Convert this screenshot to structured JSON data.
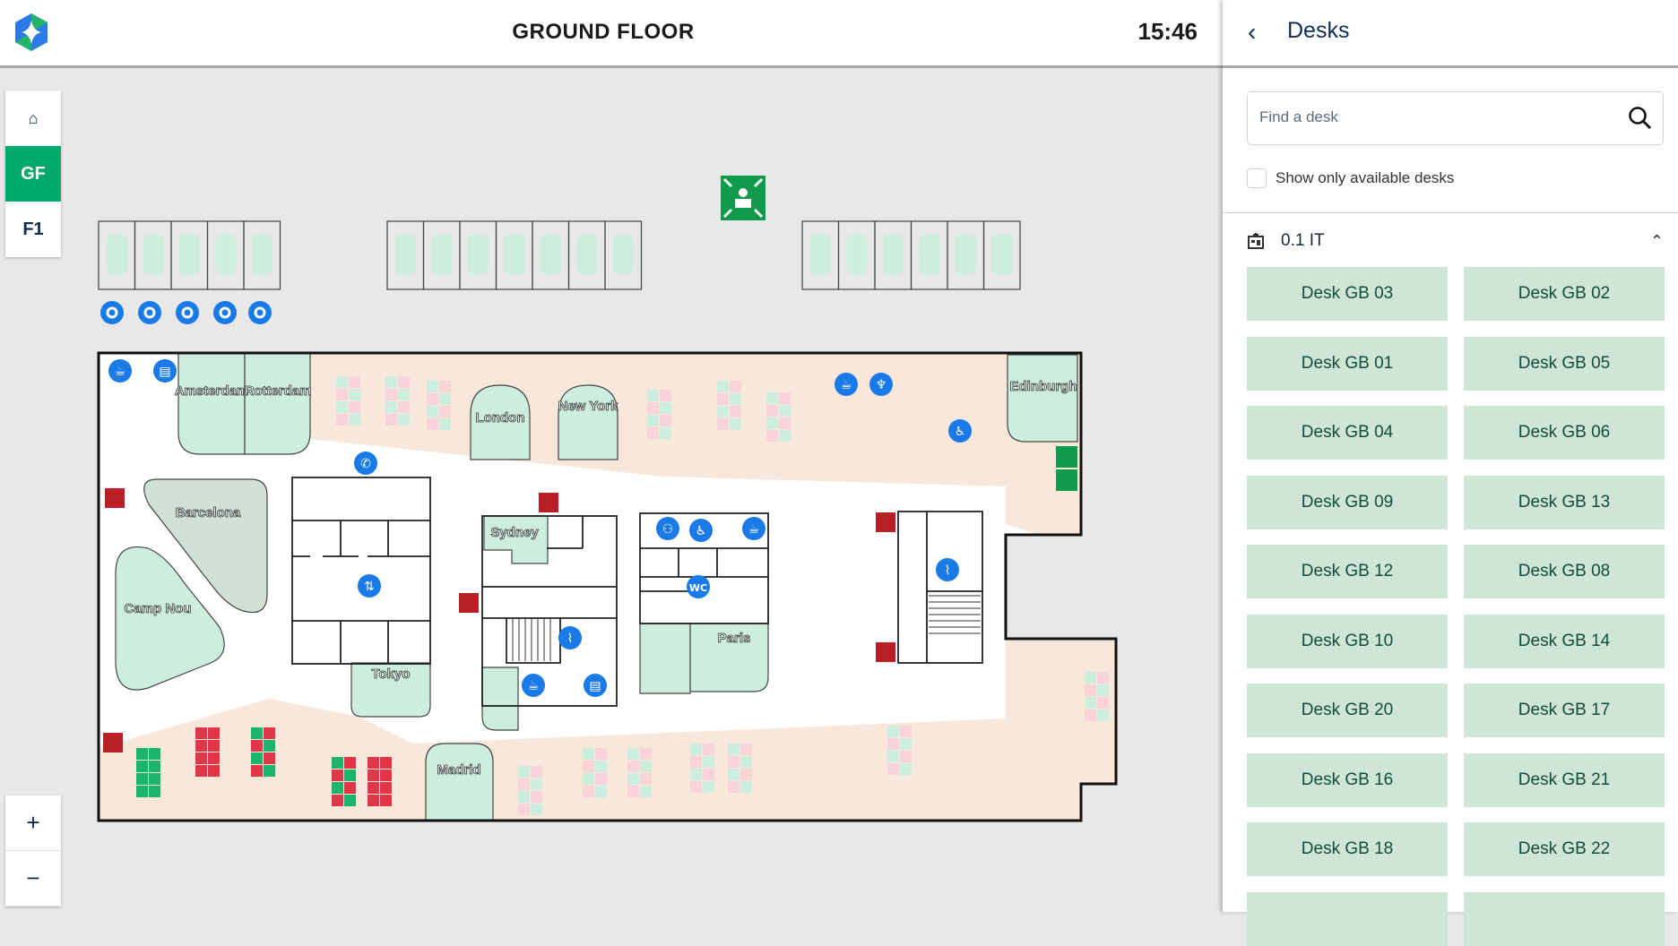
{
  "header": {
    "title": "GROUND FLOOR",
    "time": "15:46",
    "logo": "app-logo"
  },
  "floors": {
    "home_icon": "home-icon",
    "items": [
      {
        "label": "GF",
        "active": true
      },
      {
        "label": "F1",
        "active": false
      }
    ]
  },
  "zoom": {
    "in": "+",
    "out": "−"
  },
  "panel": {
    "back_icon": "chevron-left-icon",
    "title": "Desks",
    "search_placeholder": "Find a desk",
    "search_icon": "search-icon",
    "available_label": "Show only available desks",
    "group": {
      "icon": "building-icon",
      "name": "0.1 IT",
      "expanded": true
    },
    "desks": [
      "Desk GB 03",
      "Desk GB 02",
      "Desk GB 01",
      "Desk GB 05",
      "Desk GB 04",
      "Desk GB 06",
      "Desk GB 09",
      "Desk GB 13",
      "Desk GB 12",
      "Desk GB 08",
      "Desk GB 10",
      "Desk GB 14",
      "Desk GB 20",
      "Desk GB 17",
      "Desk GB 16",
      "Desk GB 21",
      "Desk GB 18",
      "Desk GB 22",
      "",
      ""
    ]
  },
  "map": {
    "rooms": [
      "Amsterdam",
      "Rotterdam",
      "London",
      "New York",
      "Edinburgh",
      "Barcelona",
      "Camp Nou",
      "Sydney",
      "Tokyo",
      "Paris",
      "Madrid"
    ],
    "icons": {
      "assembly": "assembly-point-icon",
      "coffee": "coffee-icon",
      "printer": "printer-icon",
      "phone": "phone-icon",
      "elevator": "elevator-icon",
      "stairs": "stairs-icon",
      "wc": "wc-label",
      "restaurant": "restaurant-icon",
      "first_aid": "first-aid-icon",
      "fire": "fire-extinguisher-icon",
      "charger": "ev-charger-icon"
    },
    "wc_label": "WC",
    "colors": {
      "beige": "#f8e8dc",
      "room": "#cdeede",
      "available": "#1bb46b",
      "occupied": "#e3354a",
      "icon_blue": "#1a7ae8",
      "fire_red": "#b92025"
    }
  }
}
